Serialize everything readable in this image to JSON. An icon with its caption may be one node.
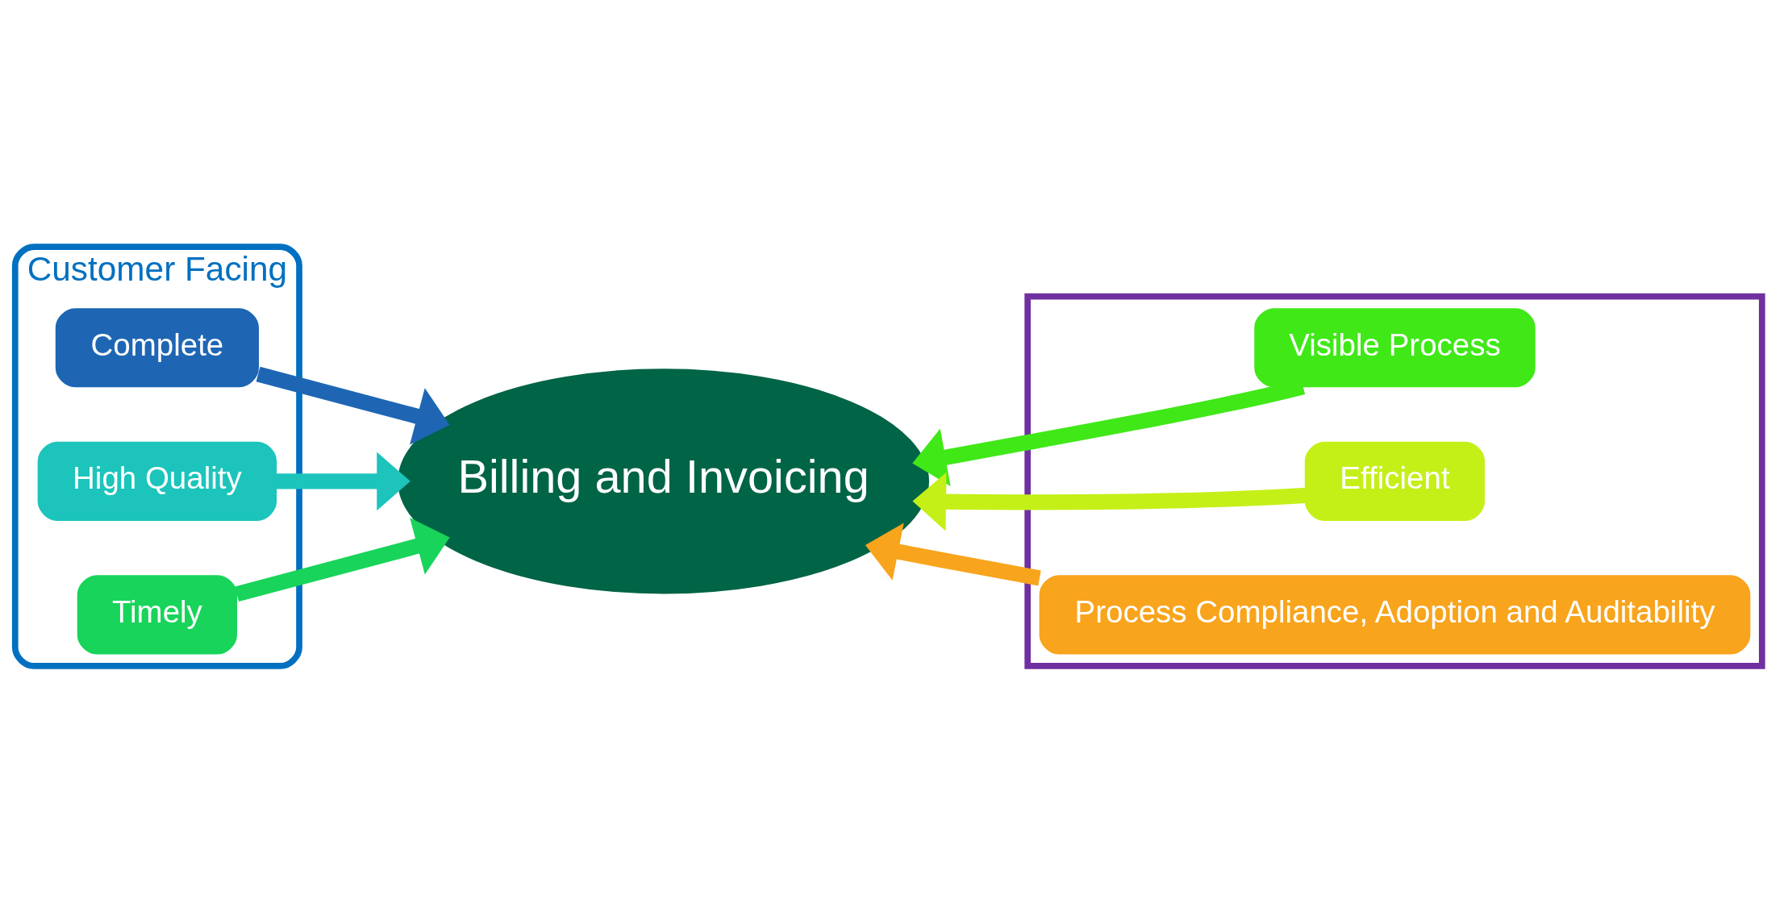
{
  "diagram": {
    "nodes": [
      {
        "text": [
          "Customer Facing"
        ]
      },
      {
        "text": [
          "Complete"
        ],
        "in": 0
      },
      {
        "text": [
          "High Quality"
        ],
        "in": 0
      },
      {
        "text": [
          "Timely"
        ],
        "in": 0
      },
      {
        "text": [
          "Billing and Invoicing"
        ]
      },
      {
        "text": [],
        "shape": "box"
      },
      {
        "text": [
          "Visible Process"
        ],
        "in": 5
      },
      {
        "text": [
          "Efficient"
        ],
        "in": 5
      },
      {
        "text": [
          "Process Compliance, Adoption and Auditability"
        ],
        "in": 5
      }
    ],
    "edges": [
      {
        "from": 1,
        "to": 4,
        "arrow": "to",
        "color": "#1e66b4"
      },
      {
        "from": 2,
        "to": 4,
        "arrow": "to",
        "color": "#1cc4bc"
      },
      {
        "from": 3,
        "to": 4,
        "arrow": "to",
        "color": "#18d45a"
      },
      {
        "from": 6,
        "to": 4,
        "arrow": "to",
        "color": "#40e818"
      },
      {
        "from": 7,
        "to": 4,
        "arrow": "to",
        "color": "#c4f018"
      },
      {
        "from": 8,
        "to": 4,
        "arrow": "to",
        "color": "#f8a41c"
      }
    ]
  }
}
